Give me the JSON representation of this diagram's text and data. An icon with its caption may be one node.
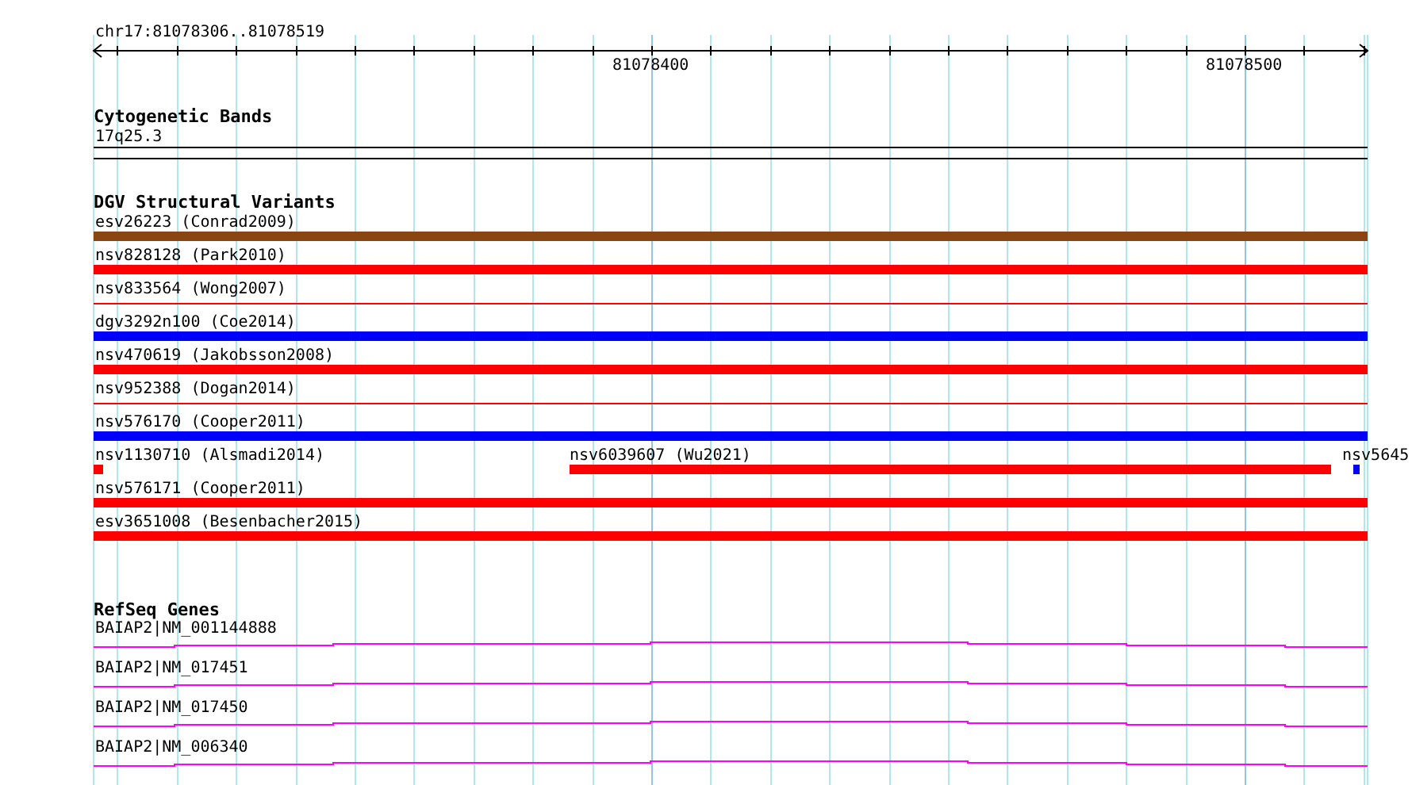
{
  "diagram": {
    "labels": [
      "chr17:81078306..81078519",
      "81078400",
      "81078500",
      "Cytogenetic Bands",
      "17q25.3",
      "DGV Structural Variants",
      "esv26223 (Conrad2009)",
      "nsv828128 (Park2010)",
      "nsv833564 (Wong2007)",
      "dgv3292n100 (Coe2014)",
      "nsv470619 (Jakobsson2008)",
      "nsv952388 (Dogan2014)",
      "nsv576170 (Cooper2011)",
      "nsv1130710 (Alsmadi2014)",
      "nsv6039607 (Wu2021)",
      "nsv5645",
      "nsv576171 (Cooper2011)",
      "esv3651008 (Besenbacher2015)",
      "RefSeq Genes",
      "BAIAP2|NM_001144888",
      "BAIAP2|NM_017451",
      "BAIAP2|NM_017450",
      "BAIAP2|NM_006340"
    ]
  }
}
